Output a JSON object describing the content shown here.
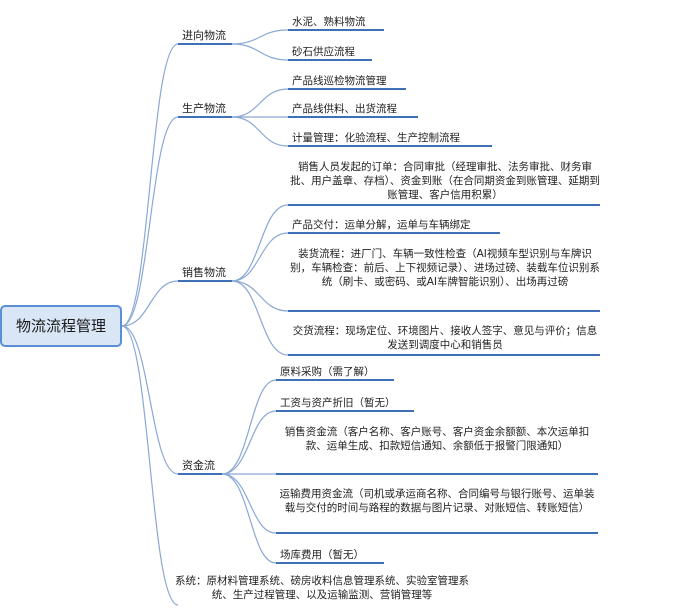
{
  "root": "物流流程管理",
  "branches": [
    {
      "label": "进向物流",
      "items": [
        "水泥、熟料物流",
        "砂石供应流程"
      ]
    },
    {
      "label": "生产物流",
      "items": [
        "产品线巡检物流管理",
        "产品线供料、出货流程",
        "计量管理：化验流程、生产控制流程"
      ]
    },
    {
      "label": "销售物流",
      "items": [
        "销售人员发起的订单：合同审批（经理审批、法务审批、财务审批、用户盖章、存档）、资金到账（在合同期资金到账管理、延期到账管理、客户信用积累）",
        "产品交付：运单分解，运单与车辆绑定",
        "装货流程：进厂门、车辆一致性检查（AI视频车型识别与车牌识别，车辆检查：前后、上下视频记录）、进场过磅、装载车位识别系统（刷卡、或密码、或AI车牌智能识别）、出场再过磅",
        "交货流程：现场定位、环境图片、接收人签字、意见与评价；信息发送到调度中心和销售员"
      ]
    },
    {
      "label": "资金流",
      "items": [
        "原料采购（需了解）",
        "工资与资产折旧（暂无）",
        "销售资金流（客户名称、客户账号、客户资金余额额、本次运单扣款、运单生成、扣款短信通知、余额低于报警门限通知）",
        "运输费用资金流（司机或承运商名称、合同编号与银行账号、运单装载与交付的时间与路程的数据与图片记录、对账短信、转账短信）",
        "场库费用（暂无）"
      ]
    }
  ],
  "system_note": "系统：原材料管理系统、磅房收料信息管理系统、实验室管理系统、生产过程管理、以及运输监测、营销管理等",
  "colors": {
    "line": "#3f6fb5",
    "connector": "#8aa8d4",
    "root_fill": "#d9e6f6",
    "root_border": "#5a8fd6"
  }
}
